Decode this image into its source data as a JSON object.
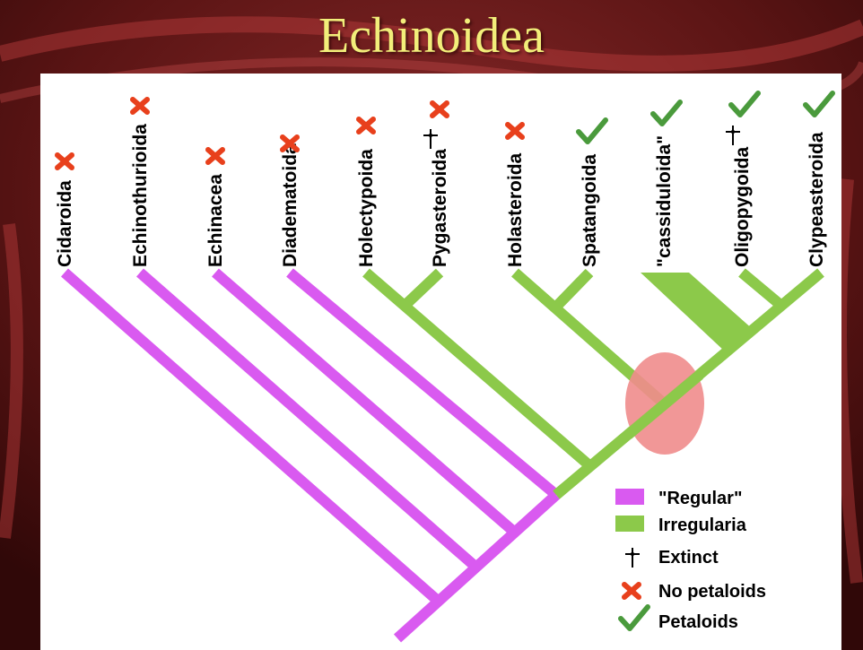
{
  "title": "Echinoidea",
  "colors": {
    "regular": "#d95af0",
    "irregular": "#8cc94a",
    "oval": "#f08c8c",
    "no_petaloid": "#e8401c",
    "petaloid": "#4a9a3c",
    "title": "#f2ee7a"
  },
  "taxa": [
    {
      "name": "Cidaroida",
      "group": "regular",
      "marker": "no-petaloids",
      "extinct": false
    },
    {
      "name": "Echinothurioida",
      "group": "regular",
      "marker": "no-petaloids",
      "extinct": false
    },
    {
      "name": "Echinacea",
      "group": "regular",
      "marker": "no-petaloids",
      "extinct": false
    },
    {
      "name": "Diadematoida",
      "group": "regular",
      "marker": "no-petaloids",
      "extinct": false
    },
    {
      "name": "Holectypoida",
      "group": "irregular",
      "marker": "no-petaloids",
      "extinct": false
    },
    {
      "name": "Pygasteroida",
      "group": "irregular",
      "marker": "no-petaloids",
      "extinct": true
    },
    {
      "name": "Holasteroida",
      "group": "irregular",
      "marker": "no-petaloids",
      "extinct": false
    },
    {
      "name": "Spatangoida",
      "group": "irregular",
      "marker": "petaloids",
      "extinct": false
    },
    {
      "name": "\"cassiduloida\"",
      "group": "irregular",
      "marker": "petaloids",
      "extinct": false
    },
    {
      "name": "Oligopygoida",
      "group": "irregular",
      "marker": "petaloids",
      "extinct": true
    },
    {
      "name": "Clypeasteroida",
      "group": "irregular",
      "marker": "petaloids",
      "extinct": false
    }
  ],
  "legend": {
    "regular": "\"Regular\"",
    "irregular": "Irregularia",
    "extinct": "Extinct",
    "no_petaloids": "No petaloids",
    "petaloids": "Petaloids"
  }
}
